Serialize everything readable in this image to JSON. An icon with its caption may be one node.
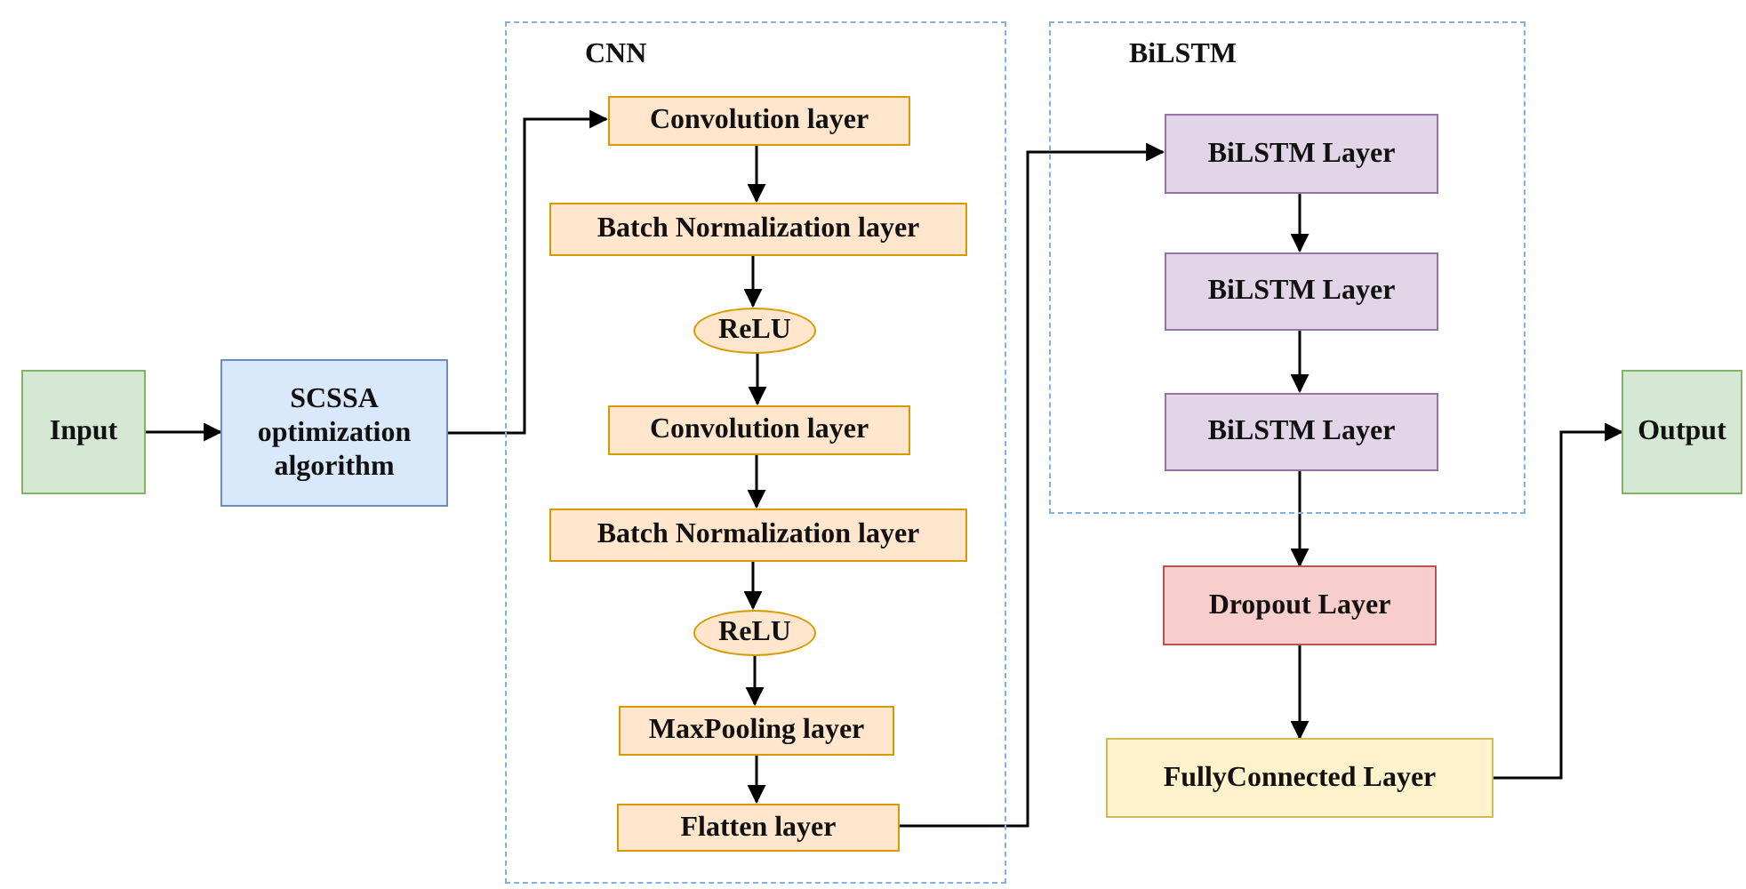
{
  "diagram": {
    "nodes": [
      {
        "text": [
          "Input"
        ]
      },
      {
        "text": [
          "SCSSA optimization algorithm"
        ]
      },
      {
        "text": [
          "CNN"
        ]
      },
      {
        "text": [
          "Convolution layer"
        ],
        "in": 2
      },
      {
        "text": [
          "Batch Normalization layer"
        ],
        "in": 2
      },
      {
        "text": [
          "ReLU"
        ],
        "in": 2
      },
      {
        "text": [
          "Convolution layer"
        ],
        "in": 2
      },
      {
        "text": [
          "Batch Normalization layer"
        ],
        "in": 2
      },
      {
        "text": [
          "ReLU"
        ],
        "in": 2
      },
      {
        "text": [
          "MaxPooling layer"
        ],
        "in": 2
      },
      {
        "text": [
          "Flatten layer"
        ],
        "in": 2
      },
      {
        "text": [
          "BiLSTM"
        ]
      },
      {
        "text": [
          "BiLSTM Layer"
        ],
        "in": 11
      },
      {
        "text": [
          "BiLSTM Layer"
        ],
        "in": 11
      },
      {
        "text": [
          "BiLSTM Layer"
        ],
        "in": 11
      },
      {
        "text": [
          "Dropout Layer"
        ]
      },
      {
        "text": [
          "FullyConnected Layer"
        ]
      },
      {
        "text": [
          "Output"
        ]
      }
    ],
    "edges": [
      {
        "from": 0,
        "to": 1,
        "arrow": "to"
      },
      {
        "from": 1,
        "to": 3,
        "arrow": "to"
      },
      {
        "from": 3,
        "to": 4,
        "arrow": "to"
      },
      {
        "from": 4,
        "to": 5,
        "arrow": "to"
      },
      {
        "from": 5,
        "to": 6,
        "arrow": "to"
      },
      {
        "from": 6,
        "to": 7,
        "arrow": "to"
      },
      {
        "from": 7,
        "to": 8,
        "arrow": "to"
      },
      {
        "from": 8,
        "to": 9,
        "arrow": "to"
      },
      {
        "from": 9,
        "to": 10,
        "arrow": "to"
      },
      {
        "from": 10,
        "to": 12,
        "arrow": "to"
      },
      {
        "from": 12,
        "to": 13,
        "arrow": "to"
      },
      {
        "from": 13,
        "to": 14,
        "arrow": "to"
      },
      {
        "from": 14,
        "to": 15,
        "arrow": "to"
      },
      {
        "from": 15,
        "to": 16,
        "arrow": "to"
      },
      {
        "from": 16,
        "to": 17,
        "arrow": "to"
      }
    ]
  }
}
